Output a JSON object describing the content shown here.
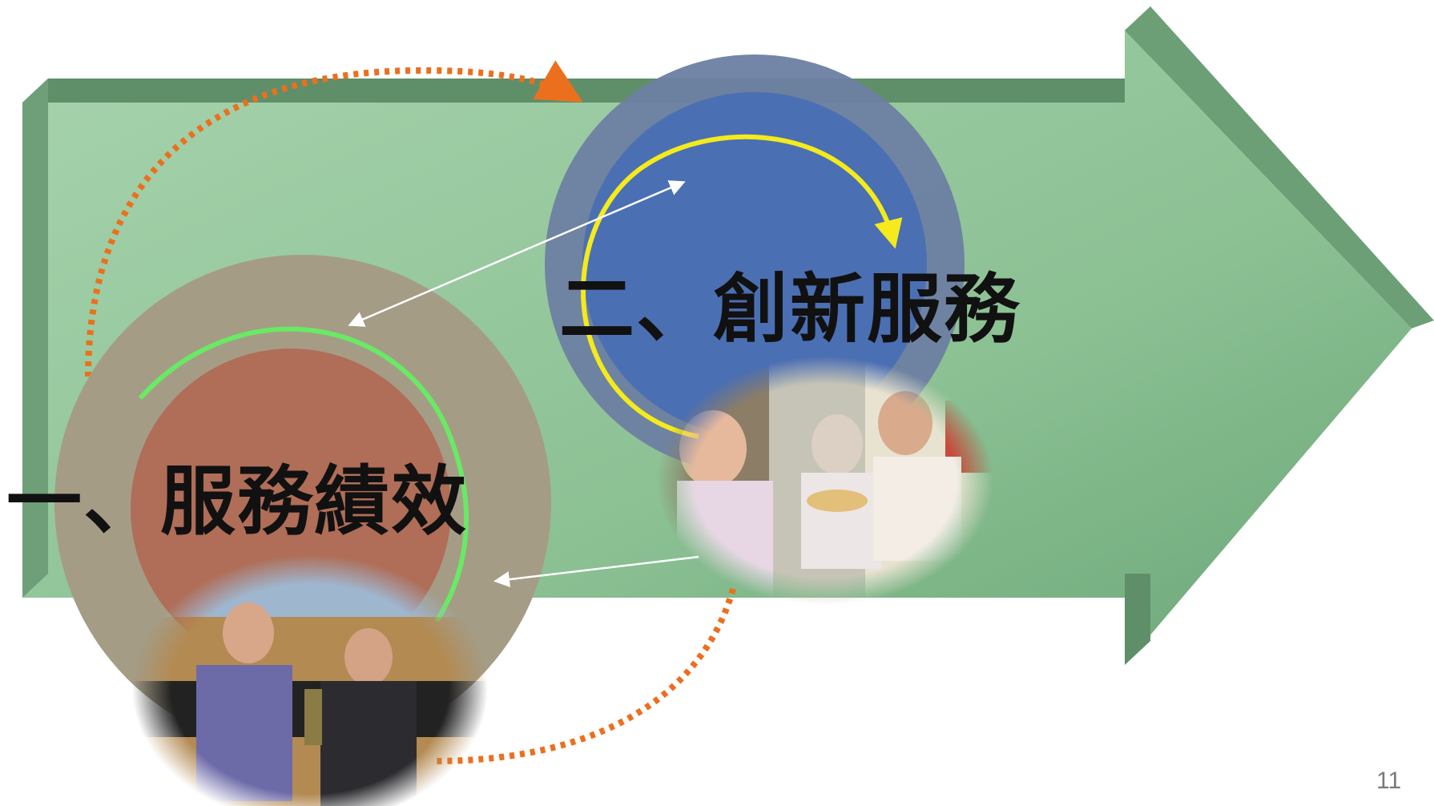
{
  "slide": {
    "page_number": "11",
    "item_innovative": "二、創新服務",
    "item_performance": "一、服務績效",
    "photo_innovative": "elderly-birthday-cake-photo",
    "photo_performance": "award-ceremony-photo"
  },
  "colors": {
    "arrow_fill": "#8fc59a",
    "arrow_edge": "#5a8f66",
    "circle_blue_outer": "#6d7fa2",
    "circle_blue_inner": "#4b6fb3",
    "circle_tan_outer": "#a59c86",
    "circle_tan_inner": "#b06d57",
    "arc_yellow": "#f4ea1c",
    "arc_green": "#69ea64",
    "dotted_orange": "#ec6f1e"
  }
}
